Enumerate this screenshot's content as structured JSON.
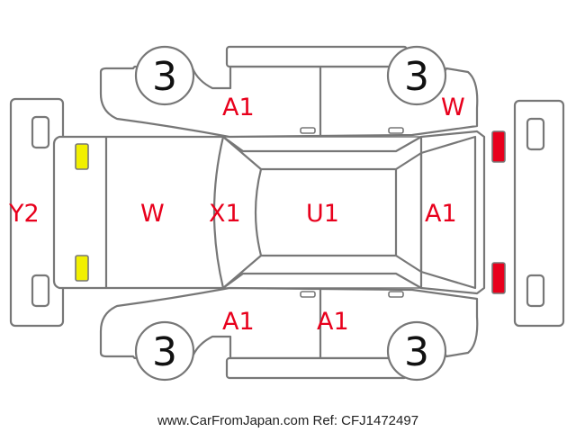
{
  "colors": {
    "outline": "#777777",
    "damage_text": "#e8001c",
    "wheel_text": "#111111",
    "footer_text": "#222222",
    "light_front": "#f2f000",
    "light_rear": "#e8001c",
    "background": "#ffffff"
  },
  "wheels": {
    "front_top": "3",
    "rear_top": "3",
    "front_bottom": "3",
    "rear_bottom": "3"
  },
  "damage_marks": {
    "front_bumper": "Y2",
    "hood": "W",
    "windshield": "X1",
    "roof": "U1",
    "trunk": "A1",
    "front_door_top": "A1",
    "rear_fender_top": "W",
    "front_door_bottom": "A1",
    "rear_door_bottom": "A1"
  },
  "footer": {
    "watermark": "www.CarFromJapan.com Ref: CFJ1472497"
  }
}
